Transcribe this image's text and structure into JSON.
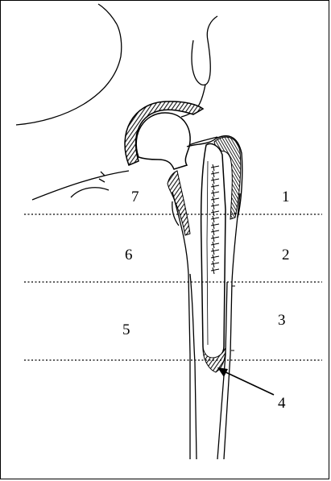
{
  "zones": {
    "z1": "1",
    "z2": "2",
    "z3": "3",
    "z4": "4",
    "z5": "5",
    "z6": "6",
    "z7": "7"
  },
  "colors": {
    "ink": "#000000",
    "hatch": "#222222",
    "background": "#ffffff"
  }
}
